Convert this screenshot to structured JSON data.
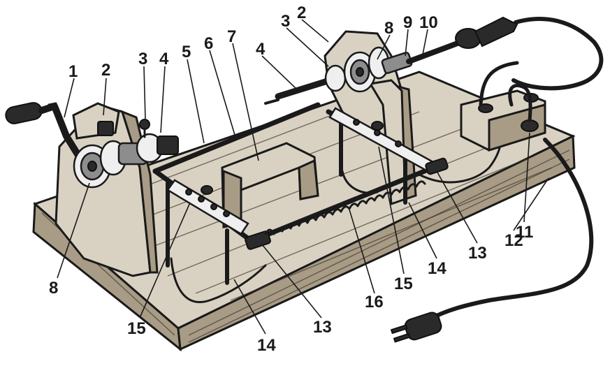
{
  "figure": {
    "labels": [
      "1",
      "2",
      "3",
      "4",
      "5",
      "6",
      "7",
      "8",
      "9",
      "10",
      "11",
      "12",
      "13",
      "14",
      "15",
      "16"
    ]
  }
}
